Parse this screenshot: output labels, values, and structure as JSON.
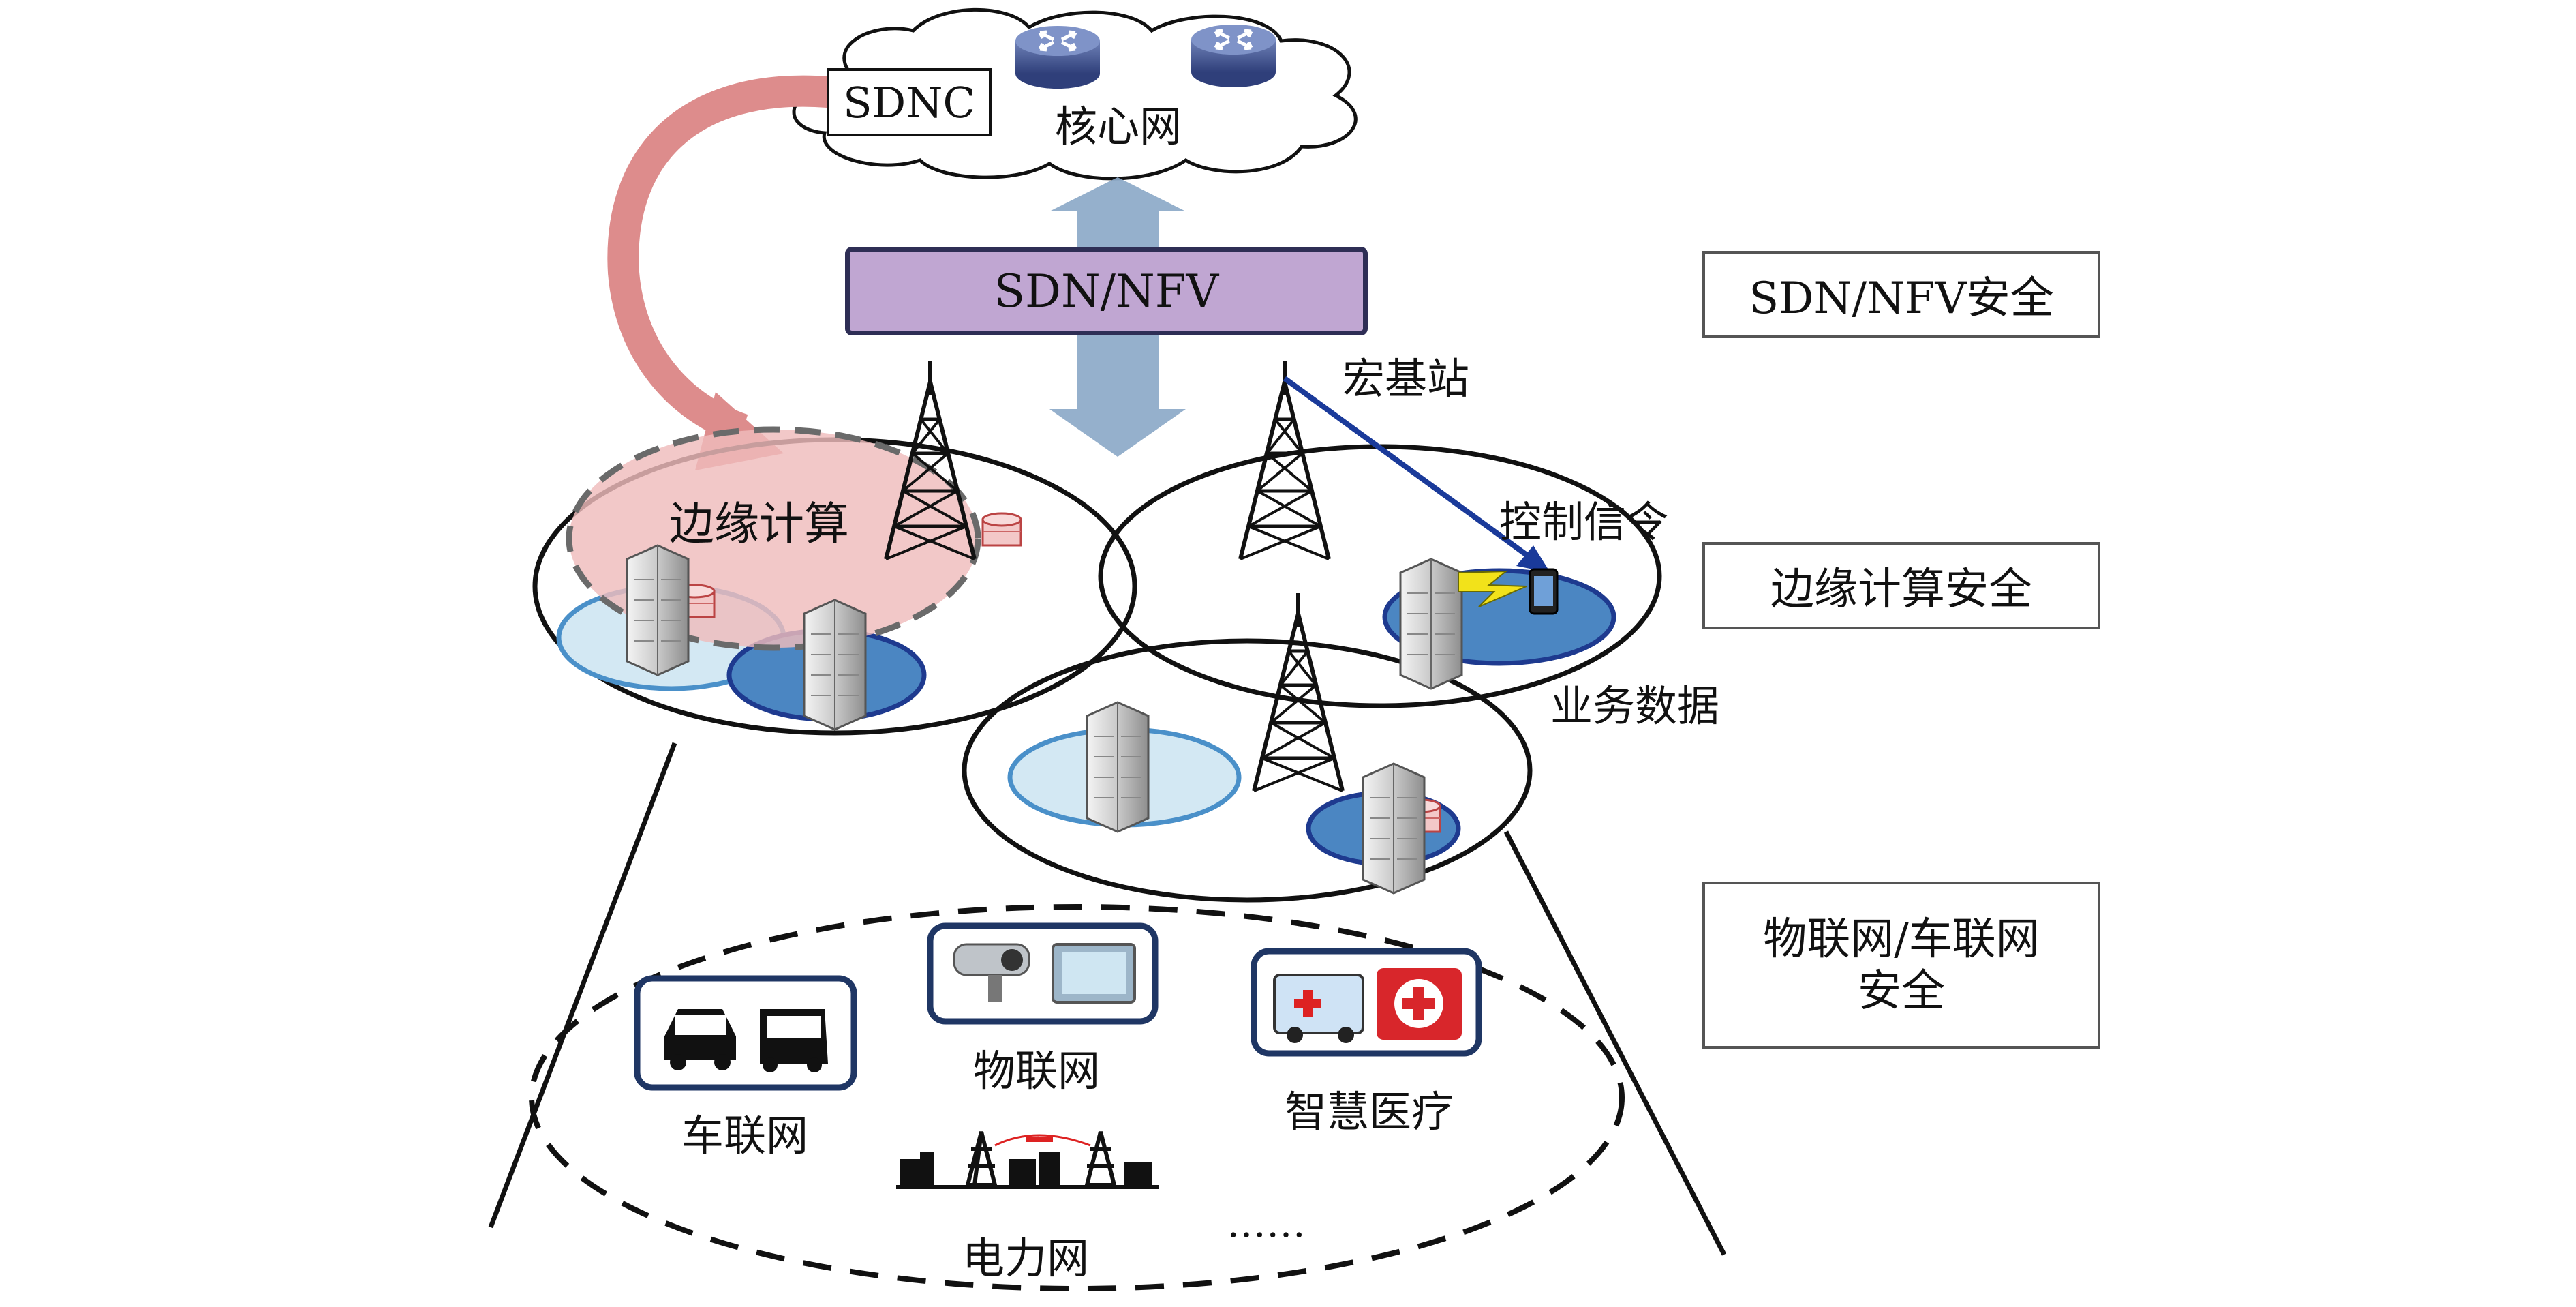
{
  "core": {
    "sdnc_label": "SDNC",
    "core_label": "核心网"
  },
  "sdn_nfv": {
    "label": "SDN/NFV"
  },
  "labels": {
    "macro_station": "宏基站",
    "edge_computing": "边缘计算",
    "control_signal": "控制信令",
    "business_data": "业务数据"
  },
  "security_layers": {
    "sdn_nfv": "SDN/NFV安全",
    "edge": "边缘计算安全",
    "iot_line1": "物联网/车联网",
    "iot_line2": "安全"
  },
  "applications": {
    "vehicle_net": "车联网",
    "iot": "物联网",
    "smart_medical": "智慧医疗",
    "power_grid": "电力网",
    "ellipsis": "……"
  },
  "colors": {
    "edge_pink": "#efbcbc",
    "arrow_pink": "#dd8c8c",
    "light_blue_fill": "#d3e8f3",
    "light_blue_stroke": "#4a90c9",
    "dark_blue_fill": "#4b86c2",
    "dark_blue_stroke": "#1e3a8f",
    "sdn_purple": "#c0a6d2",
    "updown_arrow": "#8aa7c6",
    "signal_line": "#1a3a9a"
  }
}
